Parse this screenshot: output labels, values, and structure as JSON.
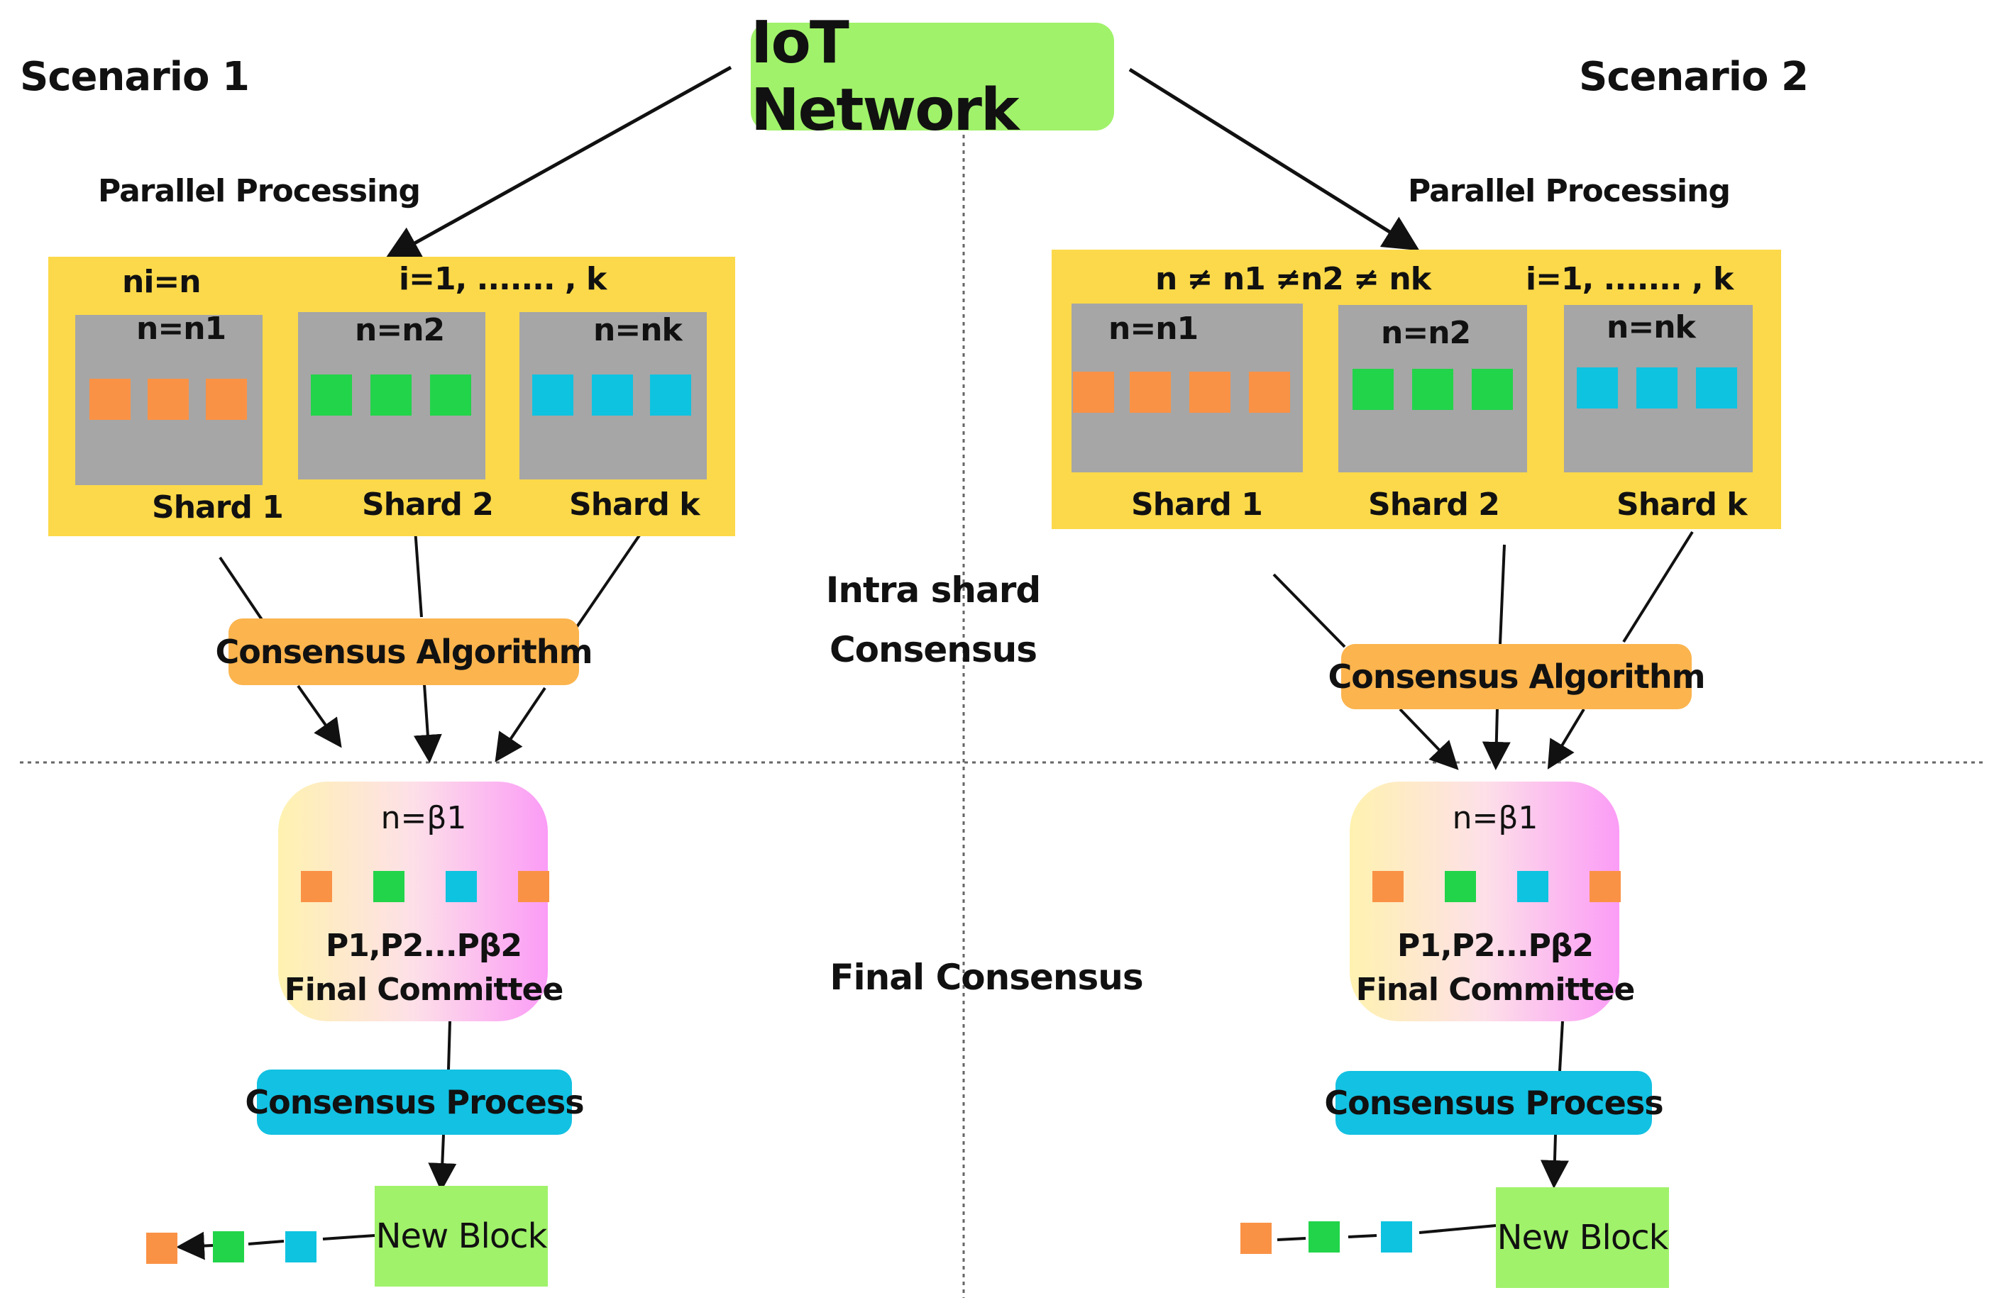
{
  "header": {
    "iot_network": "IoT Network",
    "scenario1": "Scenario 1",
    "scenario2": "Scenario  2"
  },
  "middle": {
    "intra_line1": "Intra shard",
    "intra_line2": "Consensus",
    "final": "Final Consensus"
  },
  "scenario1": {
    "parallel": "Parallel Processing",
    "cond_left": "ni=n",
    "cond_right": "i=1, ....... , k",
    "shards": [
      {
        "n_label": "n=n1",
        "name": "Shard 1"
      },
      {
        "n_label": "n=n2",
        "name": "Shard  2"
      },
      {
        "n_label": "n=nk",
        "name": "Shard  k"
      }
    ],
    "consensus_algorithm": "Consensus Algorithm",
    "committee": {
      "n_label": "n=β1",
      "members": "P1,P2...Pβ2",
      "name": "Final Committee"
    },
    "consensus_process": "Consensus Process",
    "new_block": "New Block"
  },
  "scenario2": {
    "parallel": "Parallel Processing",
    "cond_left": "n ≠ n1 ≠n2 ≠ nk",
    "cond_right": "i=1, ....... , k",
    "shards": [
      {
        "n_label": "n=n1",
        "name": "Shard 1"
      },
      {
        "n_label": "n=n2",
        "name": "Shard  2"
      },
      {
        "n_label": "n=nk",
        "name": "Shard  k"
      }
    ],
    "consensus_algorithm": "Consensus Algorithm",
    "committee": {
      "n_label": "n=β1",
      "members": "P1,P2...Pβ2",
      "name": "Final Committee"
    },
    "consensus_process": "Consensus Process",
    "new_block": "New Block"
  },
  "colors": {
    "iot_green": "#a0f26a",
    "panel_yellow": "#fcd94a",
    "shard_gray": "#a6a6a6",
    "orange": "#fa9246",
    "green": "#22d44a",
    "cyan": "#0ec3e0",
    "algorithm_orange": "#fbb44e",
    "process_cyan": "#13c1e2"
  }
}
